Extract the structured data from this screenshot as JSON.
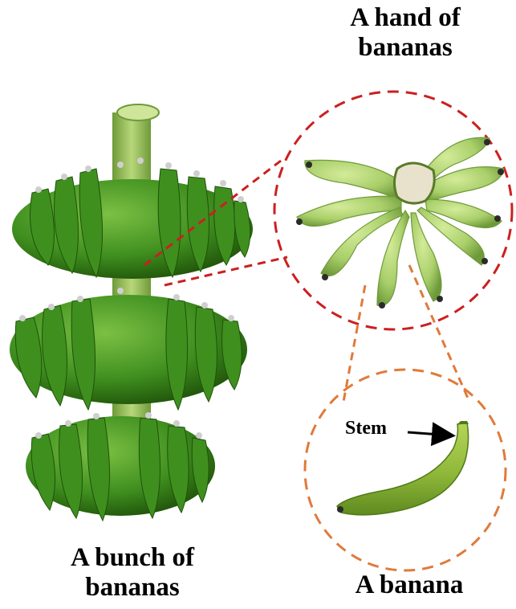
{
  "labels": {
    "hand": [
      "A hand of",
      "bananas"
    ],
    "bunch": [
      "A bunch of",
      "bananas"
    ],
    "banana": "A banana",
    "stem": "Stem"
  },
  "colors": {
    "bunch_green": "#3f8f1f",
    "bunch_green_dark": "#255e10",
    "bunch_green_light": "#6fb33a",
    "hand_green": "#a9cf6a",
    "hand_green_dark": "#7fa94b",
    "banana_green": "#8fb83a",
    "stalk": "#8fbd4f",
    "hand_circle": "#cc1f1f",
    "banana_circle": "#e07a3a",
    "arrow": "#000000"
  },
  "icons": {
    "arrow": "right-arrow-icon"
  }
}
